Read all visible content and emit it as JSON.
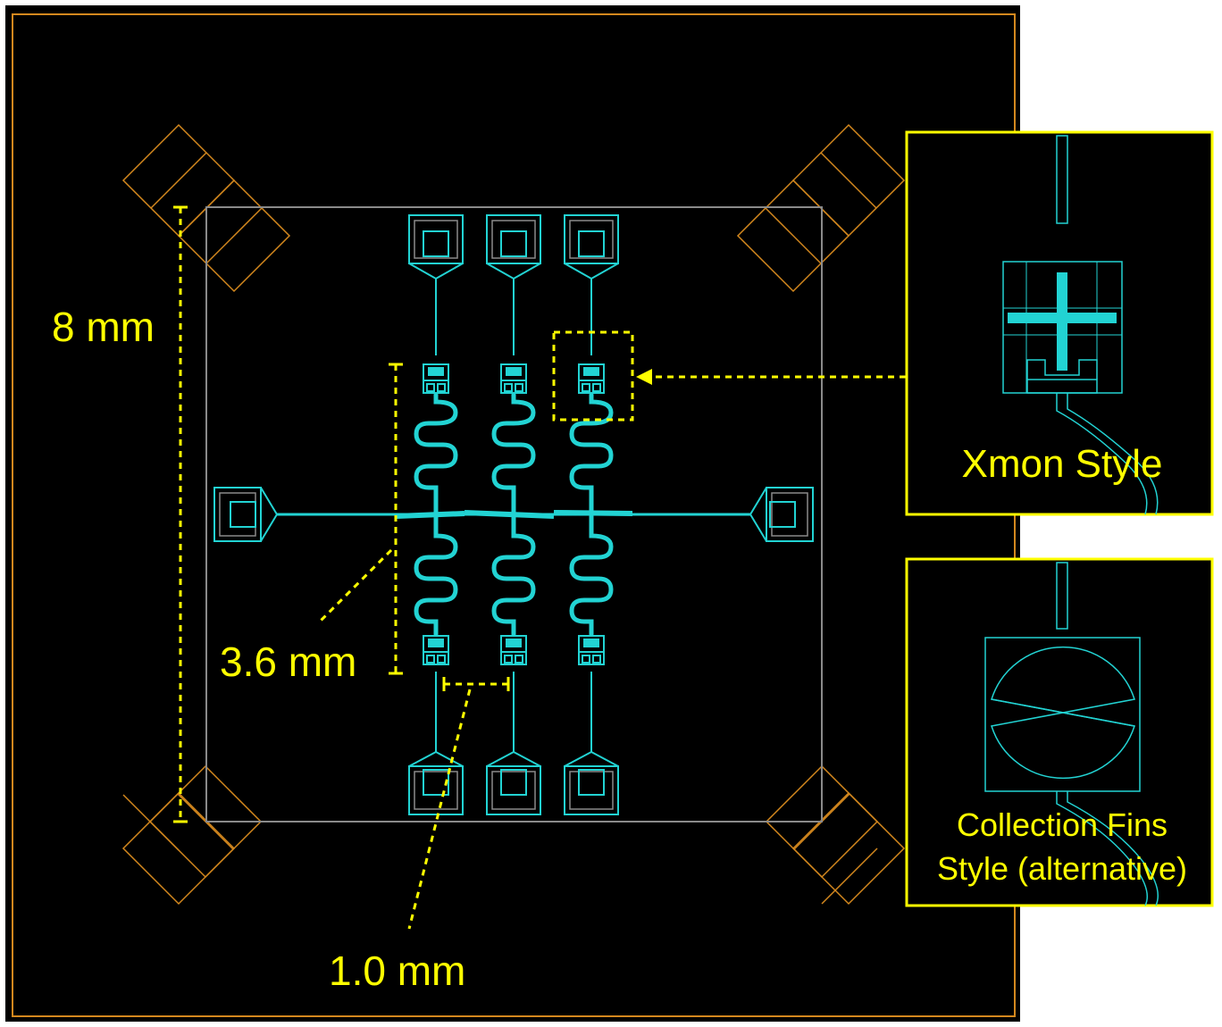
{
  "colors": {
    "background": "#000000",
    "frame": "#d4881e",
    "chip_outline": "#8a8a8a",
    "metal": "#22d3d3",
    "annotation": "#ffff00"
  },
  "dimensions": {
    "chip_height": "8 mm",
    "qubit_span": "3.6 mm",
    "qubit_pitch": "1.0 mm"
  },
  "insets": {
    "xmon": {
      "label": "Xmon Style"
    },
    "fins": {
      "label_line1": "Collection Fins",
      "label_line2": "Style (alternative)"
    }
  },
  "icons": {
    "qubit": "xmon-qubit-icon",
    "pad": "launch-pad-icon",
    "resonator": "meander-resonator-icon"
  }
}
